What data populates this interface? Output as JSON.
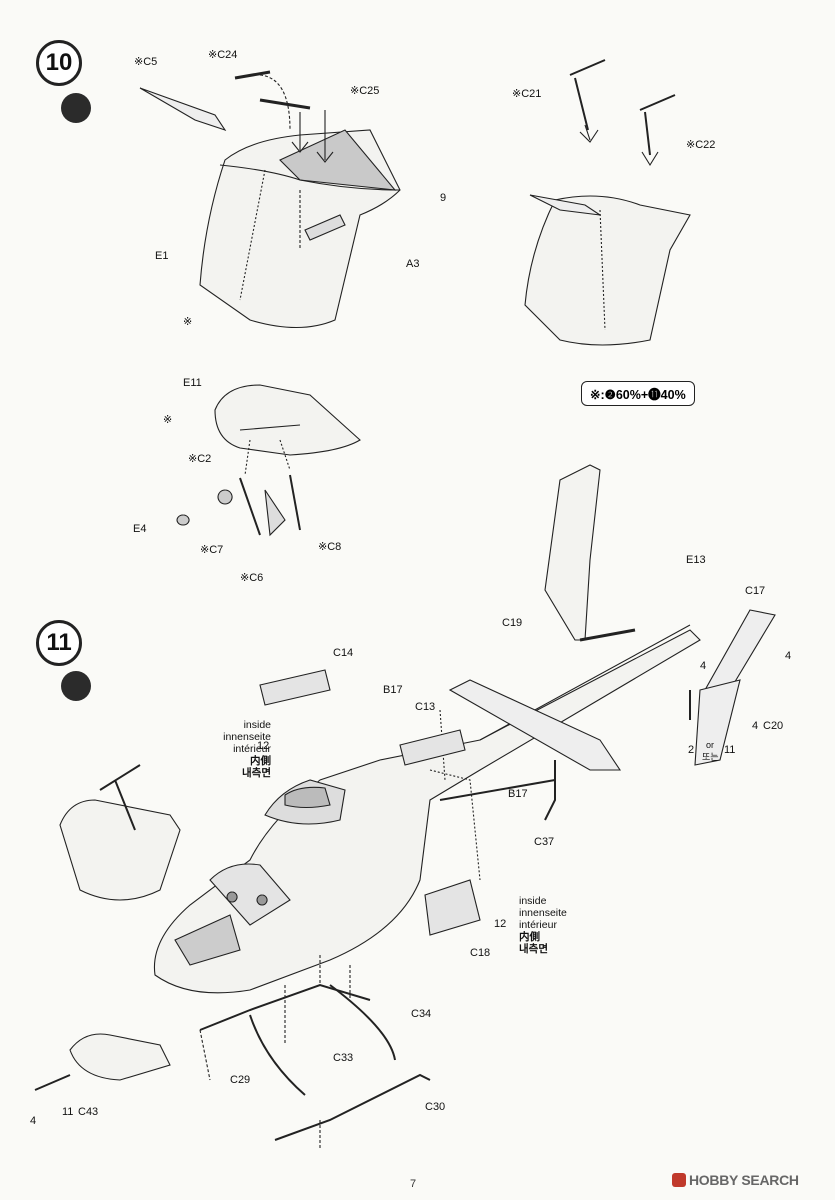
{
  "steps": {
    "step10": "10",
    "step11": "11"
  },
  "mix_note": "※:❷60%+⓫40%",
  "step10_labels": {
    "c5": "※C5",
    "c24": "※C24",
    "c25": "※C25",
    "e1": "E1",
    "a3": "A3",
    "c21": "※C21",
    "c22": "※C22",
    "e11": "E11",
    "c2": "※C2",
    "e4": "E4",
    "c7": "※C7",
    "c6": "※C6",
    "c8": "※C8",
    "star": "※"
  },
  "step11_labels": {
    "c14": "C14",
    "b17a": "B17",
    "c13": "C13",
    "b17b": "B17",
    "c37": "C37",
    "c18": "C18",
    "c19": "C19",
    "e13": "E13",
    "c17": "C17",
    "c20": "C20",
    "or": "or",
    "or_ko": "또는",
    "c34": "C34",
    "c33": "C33",
    "c29": "C29",
    "c30": "C30",
    "c43": "C43"
  },
  "inside_note": {
    "en": "inside",
    "de": "innenseite",
    "fr": "intérieur",
    "ja": "内側",
    "ko": "내측면"
  },
  "paint_codes": {
    "p2": "2",
    "p9": "9",
    "p4": "4",
    "p11": "11",
    "p12": "12"
  },
  "page_number": "7",
  "watermark": "HOBBY SEARCH",
  "colors": {
    "ink": "#222222",
    "paper": "#fafaf7",
    "shade": "#b9b9b9"
  }
}
